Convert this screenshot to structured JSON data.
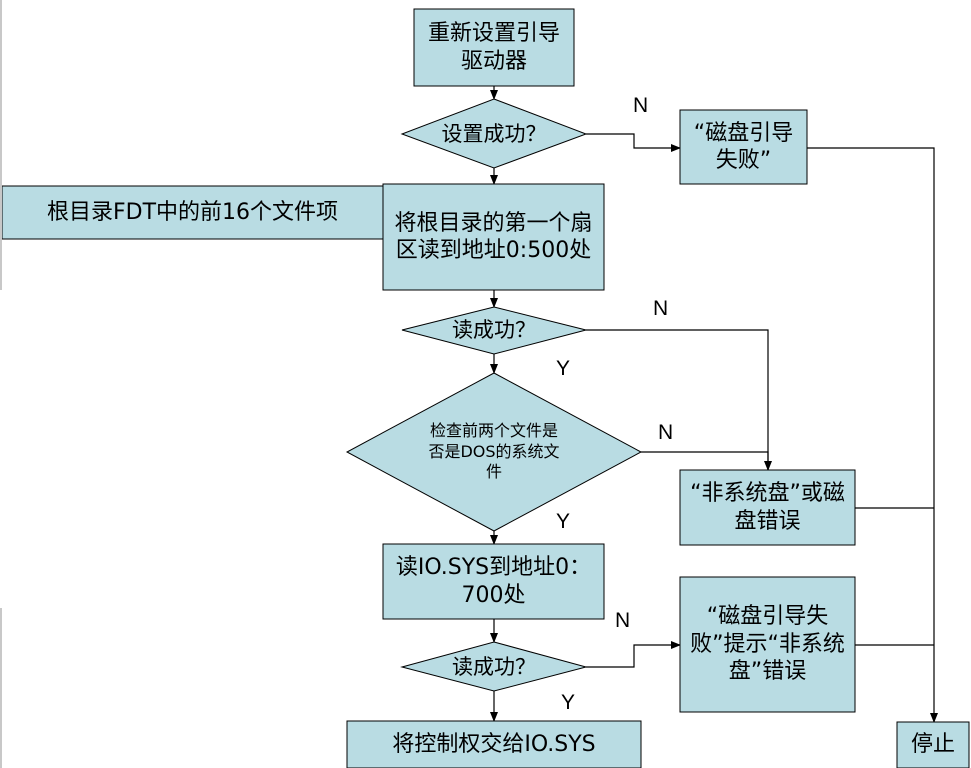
{
  "nodes": {
    "reset_drive": "重新设置引导驱动器",
    "set_ok_q": "设置成功？",
    "boot_fail_msg": "“磁盘引导失败”",
    "root_dir_note": "根目录FDT中的前16个文件项",
    "read_root_sector": "将根目录的第一个扇区读到地址0:500处",
    "read_ok_q1": "读成功？",
    "check_dos_files_q": "检查前两个文件是否是DOS的系统文件",
    "non_system_disk_msg": "“非系统盘”或磁盘错误",
    "read_io_sys": "读IO.SYS到地址0：700处",
    "boot_fail_prompt": "“磁盘引导失败”提示“非系统盘”错误",
    "read_ok_q2": "读成功？",
    "transfer_control": "将控制权交给IO.SYS",
    "stop": "停止"
  },
  "labels": {
    "n1": "N",
    "n2": "N",
    "y1": "Y",
    "n3": "N",
    "y2": "Y",
    "n4": "N",
    "y3": "Y"
  },
  "colors": {
    "node_fill": "#b9dce3",
    "stroke": "#000000"
  }
}
